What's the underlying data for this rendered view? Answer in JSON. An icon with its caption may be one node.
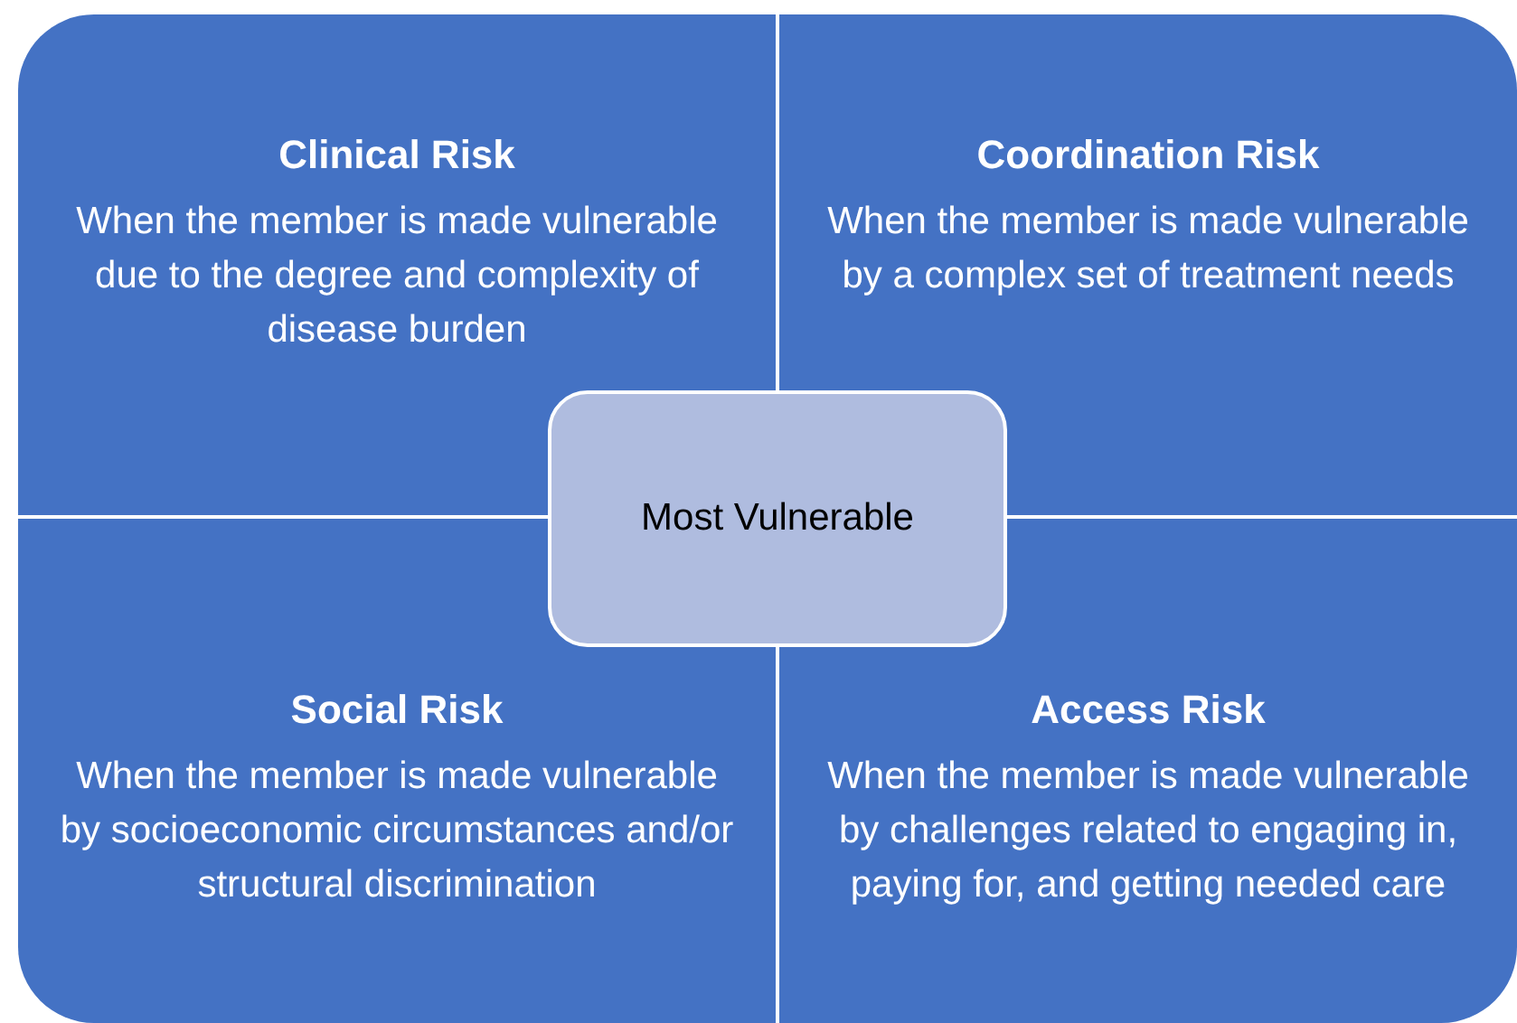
{
  "diagram": {
    "nodes": [
      {
        "text": [
          "Clinical Risk",
          "When the member is made vulnerable due to the degree and complexity of disease burden"
        ]
      },
      {
        "text": [
          "Coordination Risk",
          "When the member is made vulnerable by a complex set of treatment needs"
        ]
      },
      {
        "text": [
          "Social Risk",
          "When the member is made vulnerable by socioeconomic circumstances and/or structural discrimination"
        ]
      },
      {
        "text": [
          "Access Risk",
          "When the member is made vulnerable by challenges related to engaging in, paying for, and getting needed care"
        ]
      },
      {
        "text": [
          "Most Vulnerable"
        ]
      }
    ]
  }
}
